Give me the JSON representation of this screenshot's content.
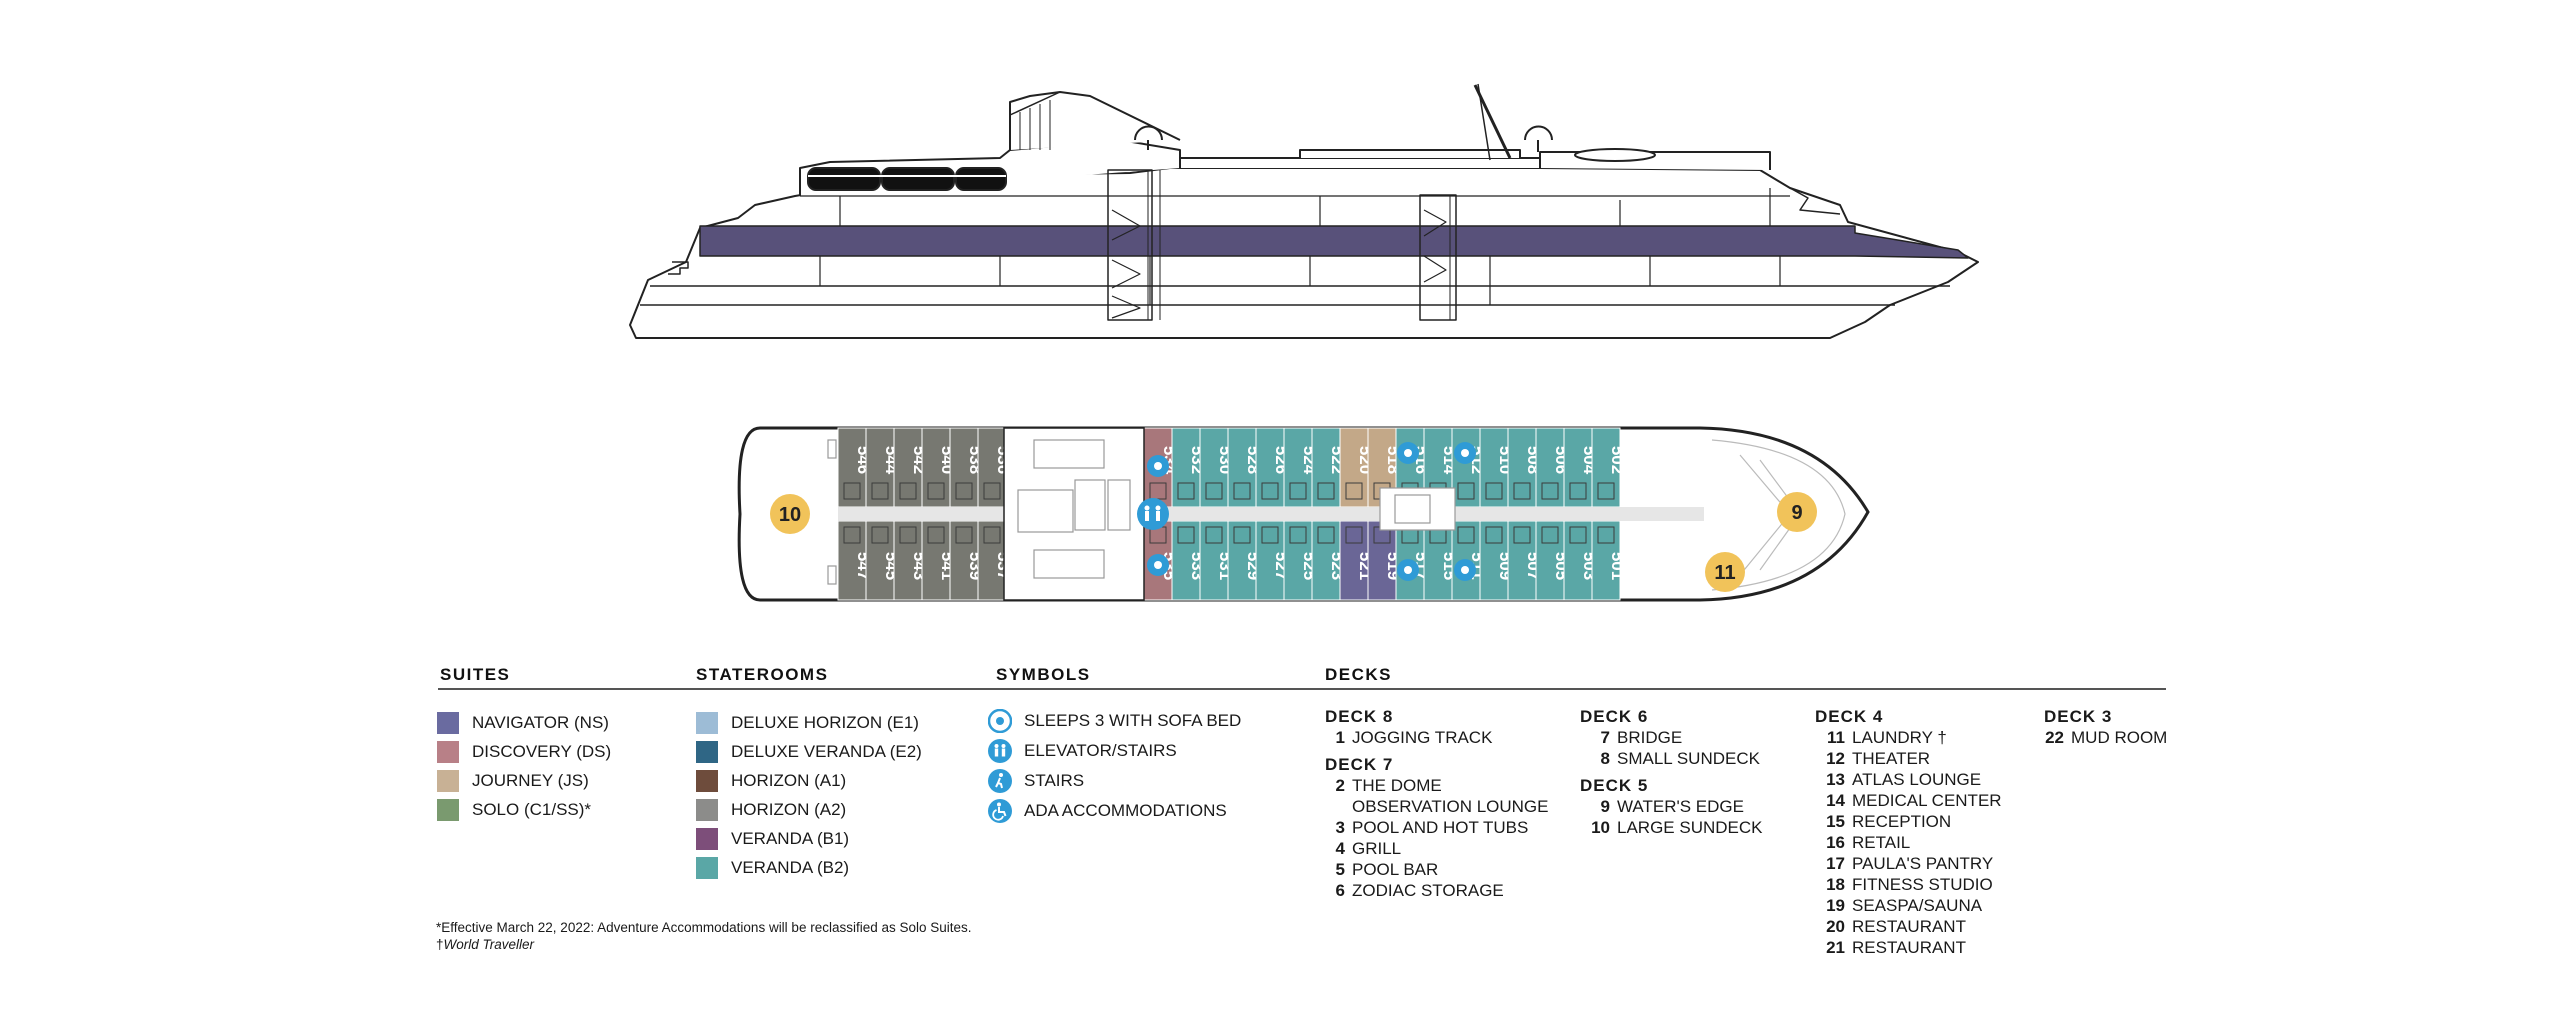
{
  "cabins": {
    "top": [
      {
        "n": "546",
        "c": "#777871"
      },
      {
        "n": "544",
        "c": "#777871"
      },
      {
        "n": "542",
        "c": "#777871"
      },
      {
        "n": "540",
        "c": "#777871"
      },
      {
        "n": "538",
        "c": "#777871"
      },
      {
        "n": "536",
        "c": "#777871"
      },
      {
        "n": "534",
        "c": "#a8777b"
      },
      {
        "n": "532",
        "c": "#5aa7a6"
      },
      {
        "n": "530",
        "c": "#5aa7a6"
      },
      {
        "n": "528",
        "c": "#5aa7a6"
      },
      {
        "n": "526",
        "c": "#5aa7a6"
      },
      {
        "n": "524",
        "c": "#5aa7a6"
      },
      {
        "n": "522",
        "c": "#5aa7a6"
      },
      {
        "n": "520",
        "c": "#c3a888"
      },
      {
        "n": "518",
        "c": "#c3a888"
      },
      {
        "n": "516",
        "c": "#5aa7a6"
      },
      {
        "n": "514",
        "c": "#5aa7a6"
      },
      {
        "n": "512",
        "c": "#5aa7a6"
      },
      {
        "n": "510",
        "c": "#5aa7a6"
      },
      {
        "n": "508",
        "c": "#5aa7a6"
      },
      {
        "n": "506",
        "c": "#5aa7a6"
      },
      {
        "n": "504",
        "c": "#5aa7a6"
      },
      {
        "n": "502",
        "c": "#5aa7a6"
      }
    ],
    "bottom": [
      {
        "n": "547",
        "c": "#777871"
      },
      {
        "n": "545",
        "c": "#777871"
      },
      {
        "n": "543",
        "c": "#777871"
      },
      {
        "n": "541",
        "c": "#777871"
      },
      {
        "n": "539",
        "c": "#777871"
      },
      {
        "n": "537",
        "c": "#777871"
      },
      {
        "n": "535",
        "c": "#a8777b"
      },
      {
        "n": "533",
        "c": "#5aa7a6"
      },
      {
        "n": "531",
        "c": "#5aa7a6"
      },
      {
        "n": "529",
        "c": "#5aa7a6"
      },
      {
        "n": "527",
        "c": "#5aa7a6"
      },
      {
        "n": "525",
        "c": "#5aa7a6"
      },
      {
        "n": "523",
        "c": "#5aa7a6"
      },
      {
        "n": "521",
        "c": "#6a6696"
      },
      {
        "n": "519",
        "c": "#6a6696"
      },
      {
        "n": "517",
        "c": "#5aa7a6"
      },
      {
        "n": "515",
        "c": "#5aa7a6"
      },
      {
        "n": "511",
        "c": "#5aa7a6"
      },
      {
        "n": "509",
        "c": "#5aa7a6"
      },
      {
        "n": "507",
        "c": "#5aa7a6"
      },
      {
        "n": "505",
        "c": "#5aa7a6"
      },
      {
        "n": "503",
        "c": "#5aa7a6"
      },
      {
        "n": "501",
        "c": "#5aa7a6"
      }
    ],
    "markers": {
      "aft": "10",
      "bow": "9",
      "forward": "11"
    }
  },
  "legend": {
    "suites": {
      "heading": "SUITES",
      "items": [
        {
          "label": "NAVIGATOR (NS)",
          "color": "#6a6ba0"
        },
        {
          "label": "DISCOVERY (DS)",
          "color": "#b88087"
        },
        {
          "label": "JOURNEY (JS)",
          "color": "#c8b195"
        },
        {
          "label": "SOLO (C1/SS)*",
          "color": "#7a9a6f"
        }
      ]
    },
    "staterooms": {
      "heading": "STATEROOMS",
      "items": [
        {
          "label": "DELUXE HORIZON (E1)",
          "color": "#9dbcd6"
        },
        {
          "label": "DELUXE VERANDA (E2)",
          "color": "#2f6685"
        },
        {
          "label": "HORIZON (A1)",
          "color": "#6e4c3c"
        },
        {
          "label": "HORIZON (A2)",
          "color": "#8c8c8a"
        },
        {
          "label": "VERANDA (B1)",
          "color": "#7d4e7a"
        },
        {
          "label": "VERANDA (B2)",
          "color": "#5aa7a6"
        }
      ]
    },
    "symbols": {
      "heading": "SYMBOLS",
      "items": [
        {
          "label": "SLEEPS 3 WITH SOFA BED",
          "icon": "sofa-bed-icon"
        },
        {
          "label": "ELEVATOR/STAIRS",
          "icon": "elevator-icon"
        },
        {
          "label": "STAIRS",
          "icon": "stairs-icon"
        },
        {
          "label": "ADA ACCOMMODATIONS",
          "icon": "wheelchair-icon"
        }
      ]
    },
    "decks": {
      "heading": "DECKS",
      "col1": [
        {
          "title": "DECK 8",
          "entries": [
            {
              "n": "1",
              "t": "JOGGING TRACK"
            }
          ]
        },
        {
          "title": "DECK 7",
          "entries": [
            {
              "n": "2",
              "t": "THE DOME"
            },
            {
              "n": "",
              "t": "OBSERVATION LOUNGE"
            },
            {
              "n": "3",
              "t": "POOL AND HOT TUBS"
            },
            {
              "n": "4",
              "t": "GRILL"
            },
            {
              "n": "5",
              "t": "POOL BAR"
            },
            {
              "n": "6",
              "t": "ZODIAC STORAGE"
            }
          ]
        }
      ],
      "col2": [
        {
          "title": "DECK 6",
          "entries": [
            {
              "n": "7",
              "t": "BRIDGE"
            },
            {
              "n": "8",
              "t": "SMALL SUNDECK"
            }
          ]
        },
        {
          "title": "DECK 5",
          "entries": [
            {
              "n": "9",
              "t": "WATER'S EDGE"
            },
            {
              "n": "10",
              "t": "LARGE SUNDECK"
            }
          ]
        }
      ],
      "col3": [
        {
          "title": "DECK 4",
          "entries": [
            {
              "n": "11",
              "t": "LAUNDRY †"
            },
            {
              "n": "12",
              "t": "THEATER"
            },
            {
              "n": "13",
              "t": "ATLAS LOUNGE"
            },
            {
              "n": "14",
              "t": "MEDICAL CENTER"
            },
            {
              "n": "15",
              "t": "RECEPTION"
            },
            {
              "n": "16",
              "t": "RETAIL"
            },
            {
              "n": "17",
              "t": "PAULA'S PANTRY"
            },
            {
              "n": "18",
              "t": "FITNESS STUDIO"
            },
            {
              "n": "19",
              "t": "SEASPA/SAUNA"
            },
            {
              "n": "20",
              "t": "RESTAURANT"
            },
            {
              "n": "21",
              "t": "RESTAURANT"
            }
          ]
        }
      ],
      "col4": [
        {
          "title": "DECK 3",
          "entries": [
            {
              "n": "22",
              "t": "MUD ROOM"
            }
          ]
        }
      ]
    }
  },
  "footnotes": {
    "effective": "*Effective March 22, 2022: Adventure Accommodations will be reclassified as Solo Suites.",
    "dagger": "†",
    "traveller": "World Traveller"
  },
  "colors": {
    "hull_band": "#58517a",
    "marker": "#f1c35a",
    "symbol": "#2f9bd6",
    "outline": "#222222"
  }
}
